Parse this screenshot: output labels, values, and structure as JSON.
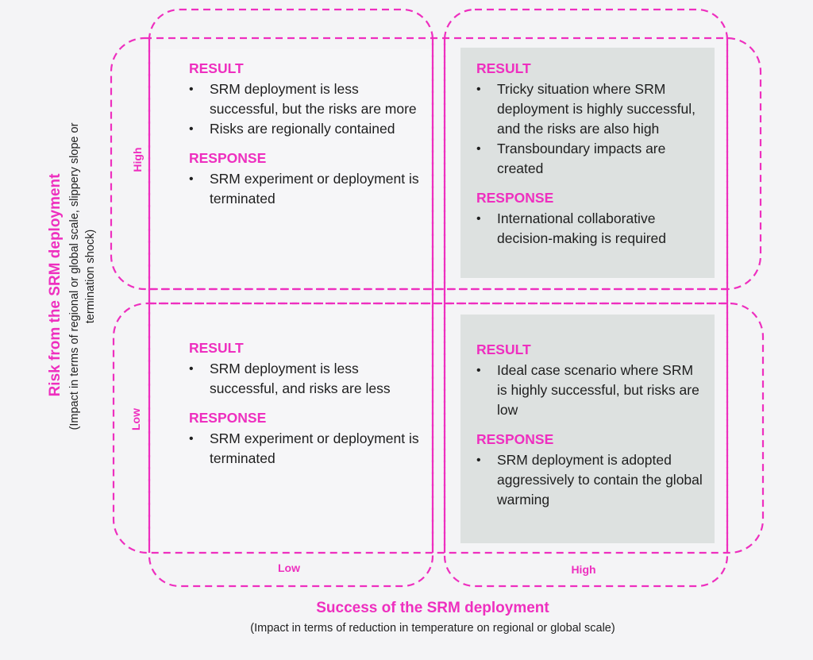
{
  "diagram": {
    "x_axis": {
      "title": "Success of the SRM deployment",
      "subtitle": "(Impact in terms of reduction in temperature on regional or global scale)",
      "low_label": "Low",
      "high_label": "High"
    },
    "y_axis": {
      "title": "Risk from the SRM deployment",
      "subtitle_line1": "(Impact in terms of regional or global scale, slippery slope or",
      "subtitle_line2": "termination shock)",
      "high_label": "High",
      "low_label": "Low"
    },
    "quadrants": {
      "top_left": {
        "result_label": "RESULT",
        "result_items": [
          "SRM deployment is less successful, but the risks are more",
          "Risks are regionally contained"
        ],
        "response_label": "RESPONSE",
        "response_items": [
          "SRM experiment or deployment is terminated"
        ]
      },
      "top_right": {
        "result_label": "RESULT",
        "result_items": [
          "Tricky situation where SRM deployment is highly successful, and the risks are also high",
          "Transboundary impacts are created"
        ],
        "response_label": "RESPONSE",
        "response_items": [
          "International collaborative decision-making is required"
        ]
      },
      "bottom_left": {
        "result_label": "RESULT",
        "result_items": [
          "SRM deployment is less successful, and risks are less"
        ],
        "response_label": "RESPONSE",
        "response_items": [
          "SRM experiment or deployment is terminated"
        ]
      },
      "bottom_right": {
        "result_label": "RESULT",
        "result_items": [
          "Ideal case scenario where SRM is highly successful, but risks are low"
        ],
        "response_label": "RESPONSE",
        "response_items": [
          "SRM deployment is adopted aggressively to contain the global warming"
        ]
      }
    },
    "colors": {
      "accent_pink": "#ee2fbf",
      "shaded_panel": "#dde1e0",
      "plain_panel": "#f6f6f8",
      "background": "#f4f4f6"
    }
  }
}
